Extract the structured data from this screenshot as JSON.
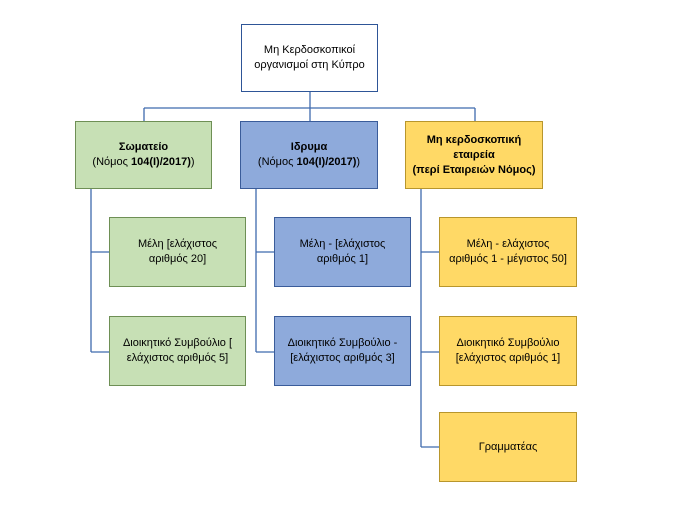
{
  "root": {
    "line1": "Μη Κερδοσκοπικοί",
    "line2": "οργανισμοί στη Κύπρο"
  },
  "columns": [
    {
      "title": "Σωματείο",
      "subtitle_pre": "(Νόμος  ",
      "subtitle_bold": "104(I)/2017)",
      "subtitle_post": ")",
      "color": "#C7E0B5",
      "children": [
        {
          "line1": "Μέλη  [ελάχιστος",
          "line2": "αριθμός 20]"
        },
        {
          "line1": "Διοικητικό Συμβούλιο [",
          "line2": "ελάχιστος αριθμός 5]"
        }
      ]
    },
    {
      "title": "Ιδρυμα",
      "subtitle_pre": "(Νόμος ",
      "subtitle_bold": "104(I)/2017)",
      "subtitle_post": ")",
      "color": "#8EAADB",
      "children": [
        {
          "line1": "Μέλη - [ελάχιστος",
          "line2": "αριθμός 1]"
        },
        {
          "line1": "Διοικητικό Συμβούλιο  -",
          "line2": "[ελάχιστος αριθμός  3]"
        }
      ]
    },
    {
      "title_line1": "Μη κερδοσκοπική",
      "title_line2": "εταιρεία",
      "title_line3": "(περί Εταιρειών Νόμος)",
      "color": "#FFD966",
      "children": [
        {
          "line1": "Μέλη - ελάχιστος",
          "line2": "αριθμός 1 - μέγιστος 50]"
        },
        {
          "line1": "Διοικητικό Συμβούλιο",
          "line2": "[ελάχιστος αριθμός 1]"
        },
        {
          "line1": "Γραμματέας"
        }
      ]
    }
  ]
}
